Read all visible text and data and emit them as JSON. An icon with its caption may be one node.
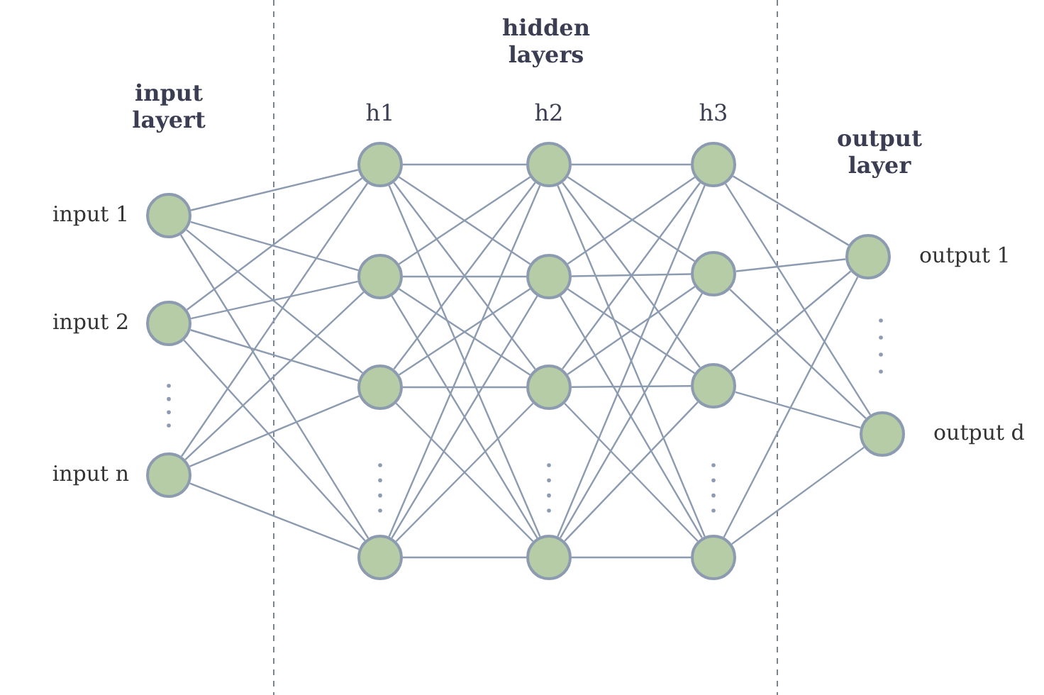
{
  "diagram": {
    "nodes": [
      {
        "text": [],
        "shape": "circle",
        "beside": [
          "input 1"
        ]
      },
      {
        "text": [],
        "shape": "circle",
        "beside": [
          "input 2"
        ]
      },
      {
        "text": [],
        "shape": "circle",
        "beside": [
          "input n"
        ]
      },
      {
        "text": [],
        "shape": "circle"
      },
      {
        "text": [],
        "shape": "circle"
      },
      {
        "text": [],
        "shape": "circle"
      },
      {
        "text": [],
        "shape": "circle"
      },
      {
        "text": [],
        "shape": "circle"
      },
      {
        "text": [],
        "shape": "circle"
      },
      {
        "text": [],
        "shape": "circle"
      },
      {
        "text": [],
        "shape": "circle"
      },
      {
        "text": [],
        "shape": "circle"
      },
      {
        "text": [],
        "shape": "circle"
      },
      {
        "text": [],
        "shape": "circle"
      },
      {
        "text": [],
        "shape": "circle"
      },
      {
        "text": [],
        "shape": "circle",
        "beside": [
          "output 1"
        ]
      },
      {
        "text": [],
        "shape": "circle",
        "beside": [
          "output d"
        ]
      }
    ],
    "edges": [
      {
        "from": 0,
        "to": 3,
        "arrow": "none"
      },
      {
        "from": 0,
        "to": 4,
        "arrow": "none"
      },
      {
        "from": 0,
        "to": 5,
        "arrow": "none"
      },
      {
        "from": 0,
        "to": 6,
        "arrow": "none"
      },
      {
        "from": 1,
        "to": 3,
        "arrow": "none"
      },
      {
        "from": 1,
        "to": 4,
        "arrow": "none"
      },
      {
        "from": 1,
        "to": 5,
        "arrow": "none"
      },
      {
        "from": 1,
        "to": 6,
        "arrow": "none"
      },
      {
        "from": 2,
        "to": 3,
        "arrow": "none"
      },
      {
        "from": 2,
        "to": 4,
        "arrow": "none"
      },
      {
        "from": 2,
        "to": 5,
        "arrow": "none"
      },
      {
        "from": 2,
        "to": 6,
        "arrow": "none"
      },
      {
        "from": 3,
        "to": 7,
        "arrow": "none"
      },
      {
        "from": 3,
        "to": 8,
        "arrow": "none"
      },
      {
        "from": 3,
        "to": 9,
        "arrow": "none"
      },
      {
        "from": 3,
        "to": 10,
        "arrow": "none"
      },
      {
        "from": 4,
        "to": 7,
        "arrow": "none"
      },
      {
        "from": 4,
        "to": 8,
        "arrow": "none"
      },
      {
        "from": 4,
        "to": 9,
        "arrow": "none"
      },
      {
        "from": 4,
        "to": 10,
        "arrow": "none"
      },
      {
        "from": 5,
        "to": 7,
        "arrow": "none"
      },
      {
        "from": 5,
        "to": 8,
        "arrow": "none"
      },
      {
        "from": 5,
        "to": 9,
        "arrow": "none"
      },
      {
        "from": 5,
        "to": 10,
        "arrow": "none"
      },
      {
        "from": 6,
        "to": 7,
        "arrow": "none"
      },
      {
        "from": 6,
        "to": 8,
        "arrow": "none"
      },
      {
        "from": 6,
        "to": 9,
        "arrow": "none"
      },
      {
        "from": 6,
        "to": 10,
        "arrow": "none"
      },
      {
        "from": 7,
        "to": 11,
        "arrow": "none"
      },
      {
        "from": 7,
        "to": 12,
        "arrow": "none"
      },
      {
        "from": 7,
        "to": 13,
        "arrow": "none"
      },
      {
        "from": 7,
        "to": 14,
        "arrow": "none"
      },
      {
        "from": 8,
        "to": 11,
        "arrow": "none"
      },
      {
        "from": 8,
        "to": 12,
        "arrow": "none"
      },
      {
        "from": 8,
        "to": 13,
        "arrow": "none"
      },
      {
        "from": 8,
        "to": 14,
        "arrow": "none"
      },
      {
        "from": 9,
        "to": 11,
        "arrow": "none"
      },
      {
        "from": 9,
        "to": 12,
        "arrow": "none"
      },
      {
        "from": 9,
        "to": 13,
        "arrow": "none"
      },
      {
        "from": 9,
        "to": 14,
        "arrow": "none"
      },
      {
        "from": 10,
        "to": 11,
        "arrow": "none"
      },
      {
        "from": 10,
        "to": 12,
        "arrow": "none"
      },
      {
        "from": 10,
        "to": 13,
        "arrow": "none"
      },
      {
        "from": 10,
        "to": 14,
        "arrow": "none"
      },
      {
        "from": 11,
        "to": 15,
        "arrow": "none"
      },
      {
        "from": 11,
        "to": 16,
        "arrow": "none"
      },
      {
        "from": 12,
        "to": 15,
        "arrow": "none"
      },
      {
        "from": 12,
        "to": 16,
        "arrow": "none"
      },
      {
        "from": 13,
        "to": 15,
        "arrow": "none"
      },
      {
        "from": 13,
        "to": 16,
        "arrow": "none"
      },
      {
        "from": 14,
        "to": 15,
        "arrow": "none"
      },
      {
        "from": 14,
        "to": 16,
        "arrow": "none"
      }
    ],
    "labels": [
      "hidden layers",
      "input layert",
      "h1",
      "h2",
      "h3",
      "output layer"
    ]
  }
}
